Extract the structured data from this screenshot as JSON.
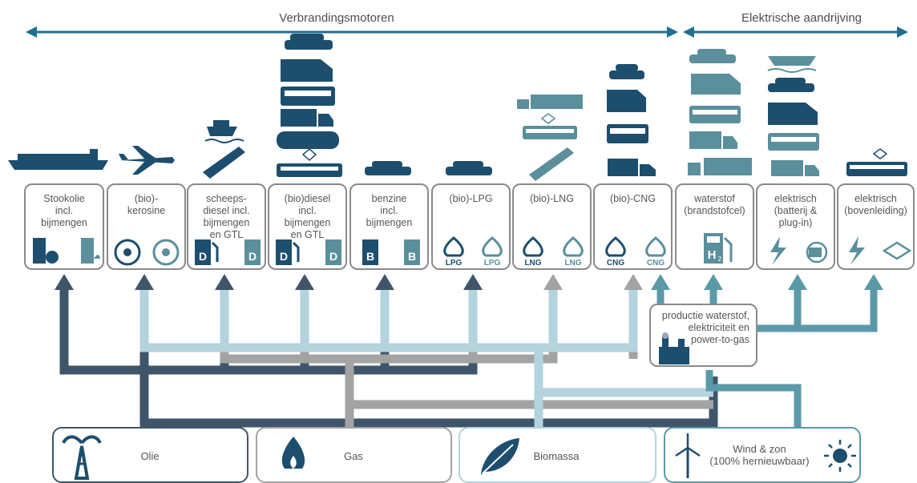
{
  "headers": {
    "combustion": "Verbrandingsmotoren",
    "electric": "Elektrische aandrijving"
  },
  "fuels": [
    {
      "label": "Stookolie\nincl.\nbijmengen"
    },
    {
      "label": "(bio)-\nkerosine"
    },
    {
      "label": "scheeps-\ndiesel incl.\nbijmengen\nen GTL"
    },
    {
      "label": "(bio)diesel\nincl.\nbijmengen\nen GTL"
    },
    {
      "label": "benzine\nincl.\nbijmengen"
    },
    {
      "label": "(bio)-LPG"
    },
    {
      "label": "(bio)-LNG"
    },
    {
      "label": "(bio)-CNG"
    },
    {
      "label": "waterstof\n(brandstofcel)"
    },
    {
      "label": "elektrisch\n(batterij &\nplug-in)"
    },
    {
      "label": "elektrisch\n(bovenleiding)"
    }
  ],
  "icon_text": {
    "diesel": "D",
    "benzine": "B",
    "lpg": "LPG",
    "lng": "LNG",
    "cng": "CNG",
    "h2": "H",
    "h2_sub": "2"
  },
  "production": {
    "label": "productie waterstof,\nelektriciteit en\npower-to-gas"
  },
  "sources": [
    {
      "label": "Olie"
    },
    {
      "label": "Gas"
    },
    {
      "label": "Biomassa"
    },
    {
      "label": "Wind & zon\n(100% hernieuwbaar)"
    }
  ],
  "colors": {
    "dark": "#3f5569",
    "navy": "#1d4e6e",
    "grey": "#a3a3a3",
    "light": "#b3d3de",
    "teal": "#5a9aa8",
    "arrow_header": "#1f6f92",
    "box_border": "#8a8a8a"
  }
}
